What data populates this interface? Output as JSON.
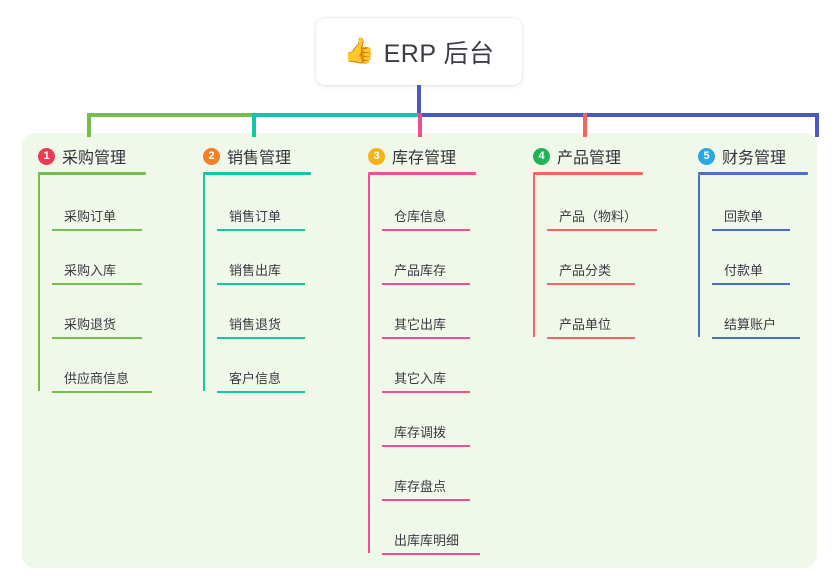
{
  "root": {
    "icon": "thumbs-up-icon",
    "emoji": "👍",
    "title": "ERP 后台"
  },
  "palette": {
    "panel_bg": "#eff8e9",
    "root_stem": "#4b58bf",
    "bus_green": "#74bf4b",
    "bus_teal": "#14c5a6",
    "bus_blue": "#4b58bf"
  },
  "columns": [
    {
      "index": "1",
      "title": "采购管理",
      "color": "#74bf4b",
      "badge_color": "#ec3c55",
      "head_rule_width": 108,
      "items": [
        {
          "label": "采购订单",
          "rule_width": 90
        },
        {
          "label": "采购入库",
          "rule_width": 90
        },
        {
          "label": "采购退货",
          "rule_width": 90
        },
        {
          "label": "供应商信息",
          "rule_width": 100
        }
      ]
    },
    {
      "index": "2",
      "title": "销售管理",
      "color": "#14c5a6",
      "badge_color": "#f2802a",
      "head_rule_width": 108,
      "items": [
        {
          "label": "销售订单",
          "rule_width": 88
        },
        {
          "label": "销售出库",
          "rule_width": 88
        },
        {
          "label": "销售退货",
          "rule_width": 88
        },
        {
          "label": "客户信息",
          "rule_width": 88
        }
      ]
    },
    {
      "index": "3",
      "title": "库存管理",
      "color": "#ef4f92",
      "badge_color": "#f6b318",
      "head_rule_width": 108,
      "items": [
        {
          "label": "仓库信息",
          "rule_width": 88
        },
        {
          "label": "产品库存",
          "rule_width": 88
        },
        {
          "label": "其它出库",
          "rule_width": 88
        },
        {
          "label": "其它入库",
          "rule_width": 88
        },
        {
          "label": "库存调拨",
          "rule_width": 88
        },
        {
          "label": "库存盘点",
          "rule_width": 88
        },
        {
          "label": "出库库明细",
          "rule_width": 98
        }
      ]
    },
    {
      "index": "4",
      "title": "产品管理",
      "color": "#f8635e",
      "badge_color": "#22b358",
      "head_rule_width": 110,
      "items": [
        {
          "label": "产品（物料）",
          "rule_width": 110
        },
        {
          "label": "产品分类",
          "rule_width": 88
        },
        {
          "label": "产品单位",
          "rule_width": 88
        }
      ]
    },
    {
      "index": "5",
      "title": "财务管理",
      "color": "#4b6fc4",
      "badge_color": "#2aa8e0",
      "head_rule_width": 110,
      "items": [
        {
          "label": "回款单",
          "rule_width": 78
        },
        {
          "label": "付款单",
          "rule_width": 78
        },
        {
          "label": "结算账户",
          "rule_width": 88
        }
      ]
    }
  ]
}
